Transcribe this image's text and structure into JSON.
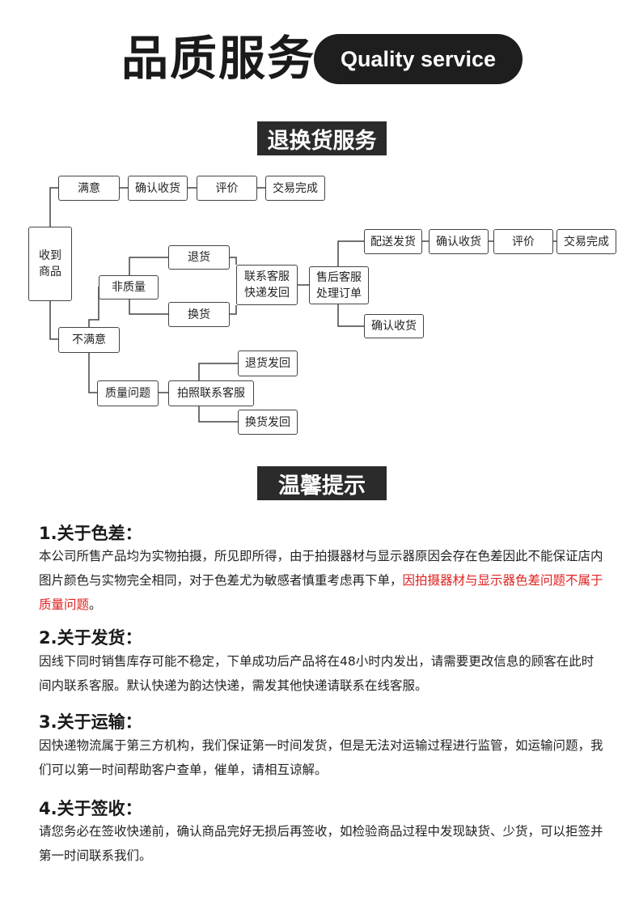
{
  "header": {
    "title": "品质服务",
    "pill": "Quality service"
  },
  "section1": {
    "title": "退换货服务"
  },
  "flow": {
    "receive": [
      "收到",
      "商品"
    ],
    "satisfied": "满意",
    "confirm_receipt": "确认收货",
    "review": "评价",
    "trade_complete": "交易完成",
    "unsatisfied": "不满意",
    "non_quality": "非质量",
    "return_goods": "退货",
    "exchange_goods": "换货",
    "contact_service": [
      "联系客服",
      "快递发回"
    ],
    "after_sales": [
      "售后客服",
      "处理订单"
    ],
    "ship": "配送发货",
    "confirm_receipt2": "确认收货",
    "review2": "评价",
    "trade_complete2": "交易完成",
    "confirm_receipt3": "确认收货",
    "quality_issue": "质量问题",
    "photo_contact": "拍照联系客服",
    "return_ship_back": "退货发回",
    "exchange_ship_back": "换货发回"
  },
  "section2": {
    "title": "温馨提示"
  },
  "tips": [
    {
      "heading": "1.关于色差：",
      "body": "本公司所售产品均为实物拍摄，所见即所得，由于拍摄器材与显示器原因会存在色差因此不能保证店内图片颜色与实物完全相同，对于色差尤为敏感者慎重考虑再下单，",
      "highlight": "因拍摄器材与显示器色差问题不属于质量问题",
      "tail": "。"
    },
    {
      "heading": "2.关于发货：",
      "body": "因线下同时销售库存可能不稳定，下单成功后产品将在48小时内发出，请需要更改信息的顾客在此时间内联系客服。默认快递为韵达快递，需发其他快递请联系在线客服。"
    },
    {
      "heading": "3.关于运输：",
      "body": "因快递物流属于第三方机构，我们保证第一时间发货，但是无法对运输过程进行监管，如运输问题，我们可以第一时间帮助客户查单，催单，请相互谅解。"
    },
    {
      "heading": "4.关于签收：",
      "body": "请您务必在签收快递前，确认商品完好无损后再签收，如检验商品过程中发现缺货、少货，可以拒签并第一时间联系我们。"
    }
  ]
}
